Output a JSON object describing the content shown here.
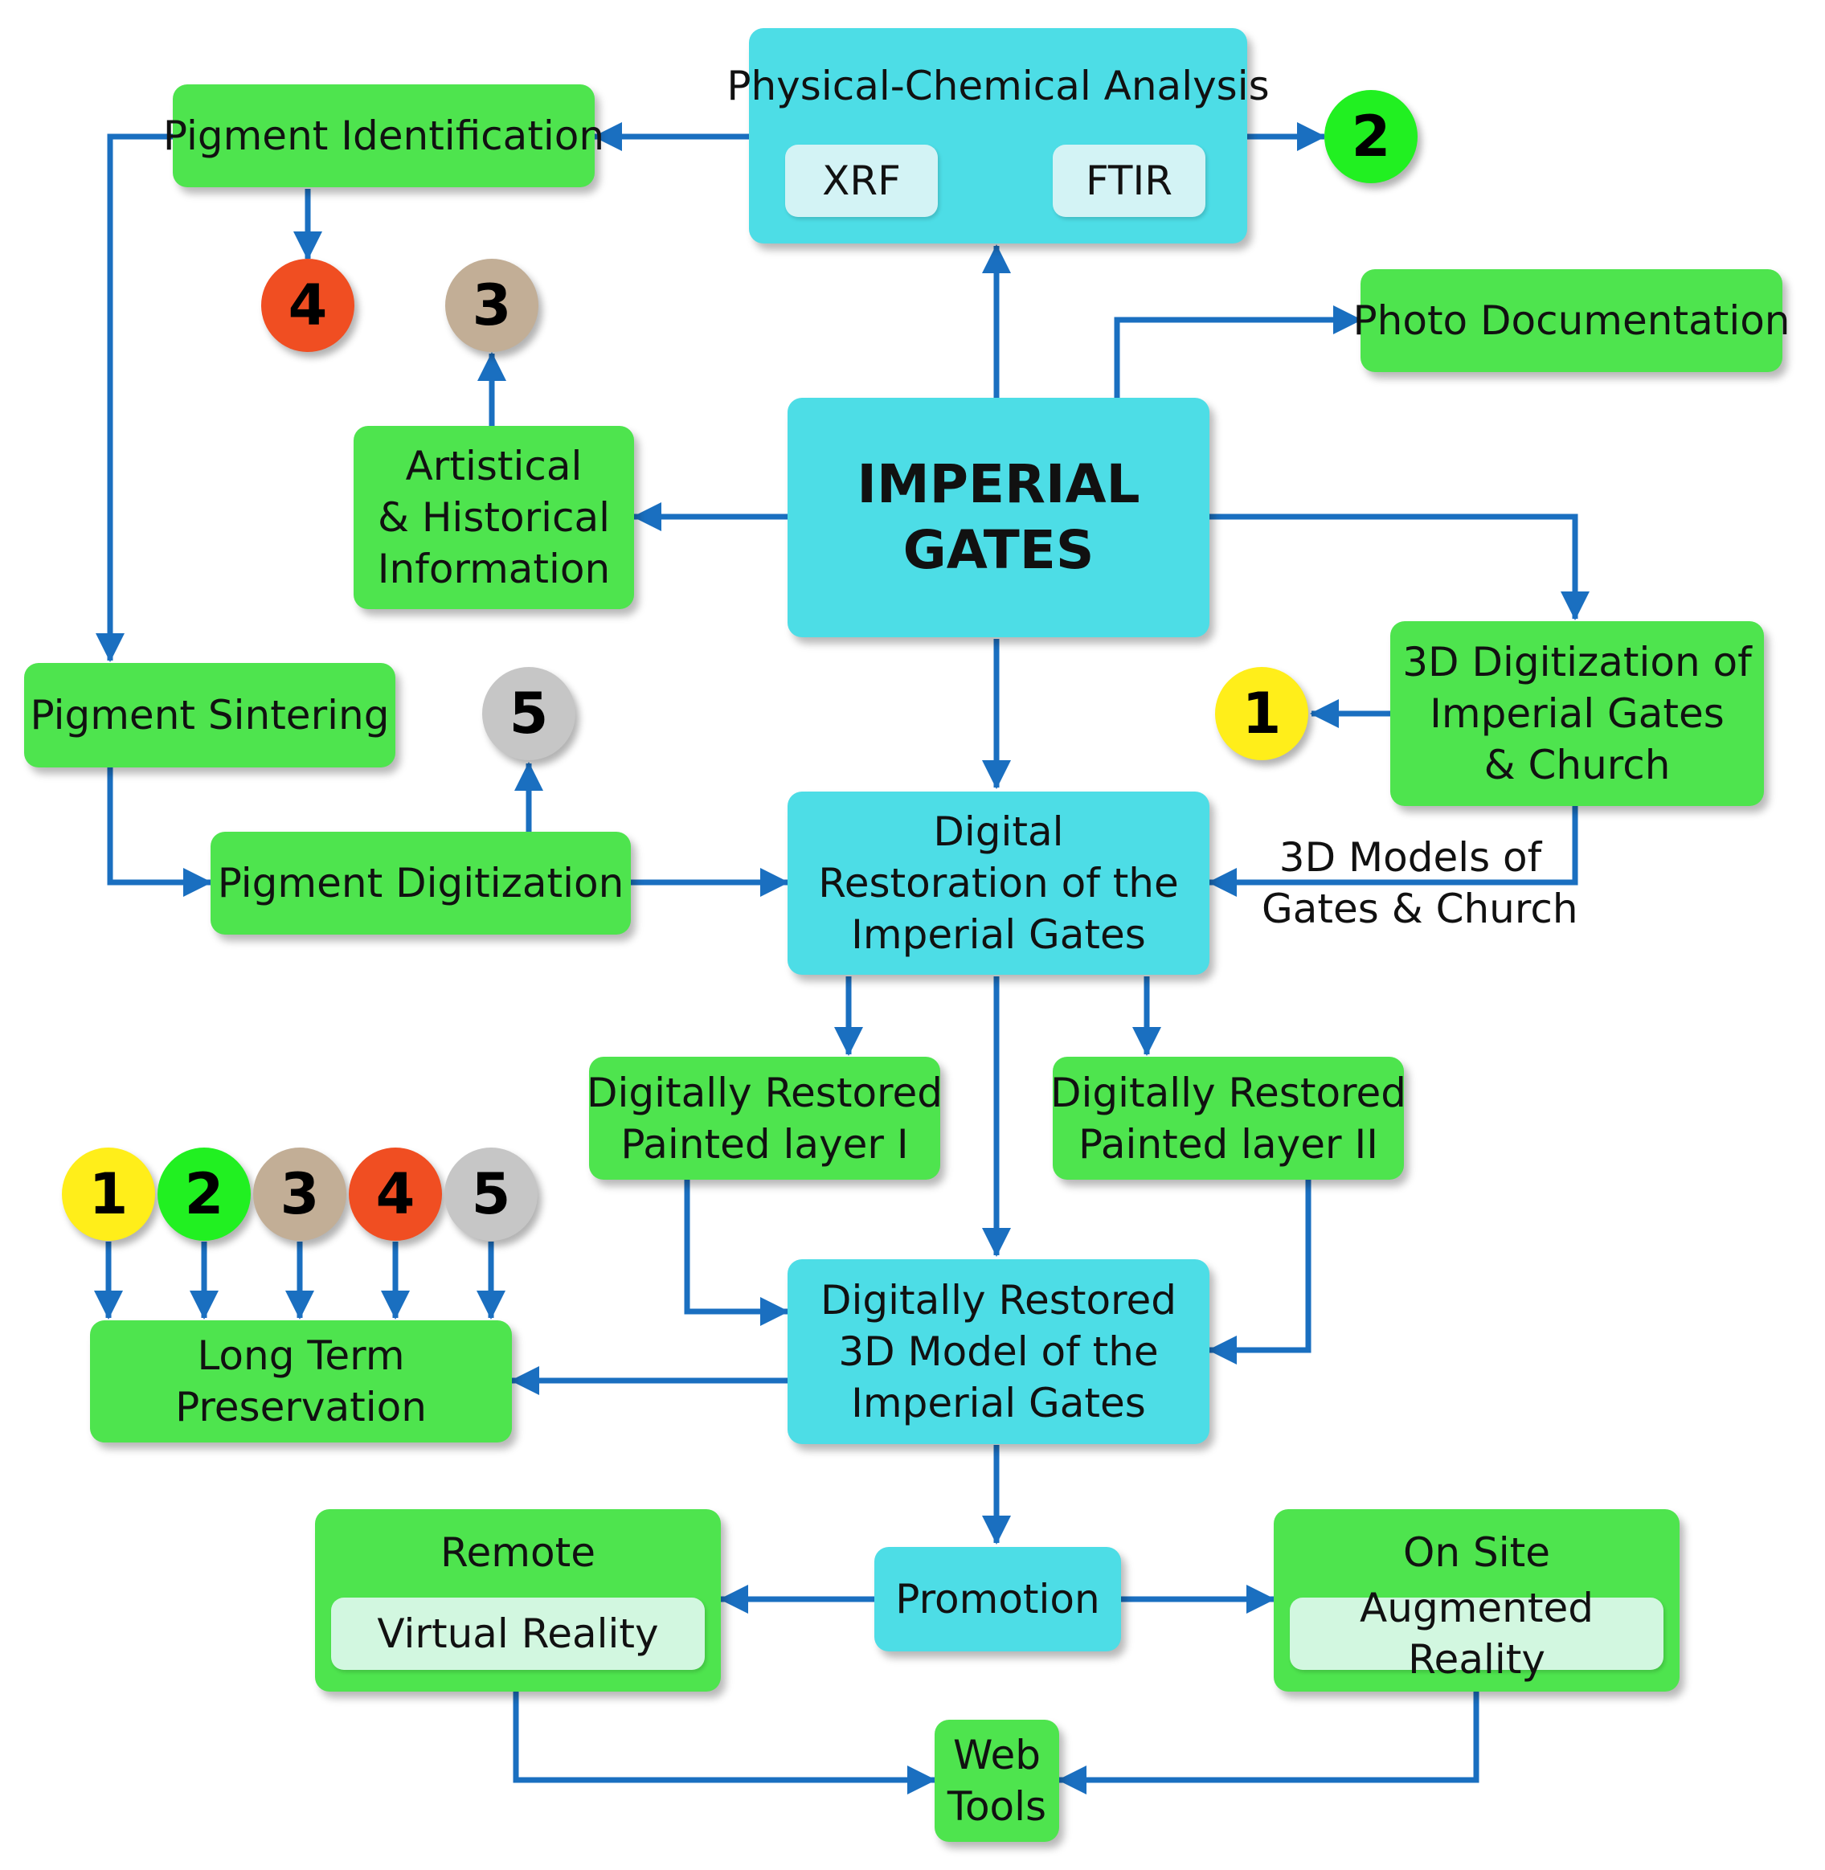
{
  "nodes": {
    "physical_chemical": {
      "title": "Physical-Chemical Analysis",
      "xrf": "XRF",
      "ftir": "FTIR"
    },
    "pigment_identification": "Pigment Identification",
    "photo_documentation": "Photo Documentation",
    "imperial_gates": [
      "IMPERIAL",
      "GATES"
    ],
    "artistical": [
      "Artistical",
      "& Historical",
      "Information"
    ],
    "digitization_3d": [
      "3D Digitization of",
      "Imperial Gates",
      "& Church"
    ],
    "pigment_sintering": "Pigment Sintering",
    "pigment_digitization": "Pigment Digitization",
    "digital_restoration": [
      "Digital",
      "Restoration of the",
      "Imperial Gates"
    ],
    "models_label": [
      "3D Models of",
      "Gates & Church"
    ],
    "restored_layer_1": [
      "Digitally Restored",
      "Painted layer I"
    ],
    "restored_layer_2": [
      "Digitally Restored",
      "Painted layer II"
    ],
    "restored_3d_model": [
      "Digitally Restored",
      "3D Model of the",
      "Imperial Gates"
    ],
    "long_term": [
      "Long Term",
      "Preservation"
    ],
    "promotion": "Promotion",
    "remote": {
      "title": "Remote",
      "sub": "Virtual Reality"
    },
    "on_site": {
      "title": "On Site",
      "sub": "Augmented Reality"
    },
    "web_tools": [
      "Web",
      "Tools"
    ]
  },
  "badges": {
    "b1": "1",
    "b2": "2",
    "b3": "3",
    "b4": "4",
    "b5": "5"
  },
  "colors": {
    "green": "#4ee44e",
    "cyan": "#4ddde6",
    "arrow": "#1a6fc0",
    "badge_1": "#ffee1a",
    "badge_2": "#21f021",
    "badge_3": "#c2ae96",
    "badge_4": "#f04e22",
    "badge_5": "#c6c6c6"
  }
}
